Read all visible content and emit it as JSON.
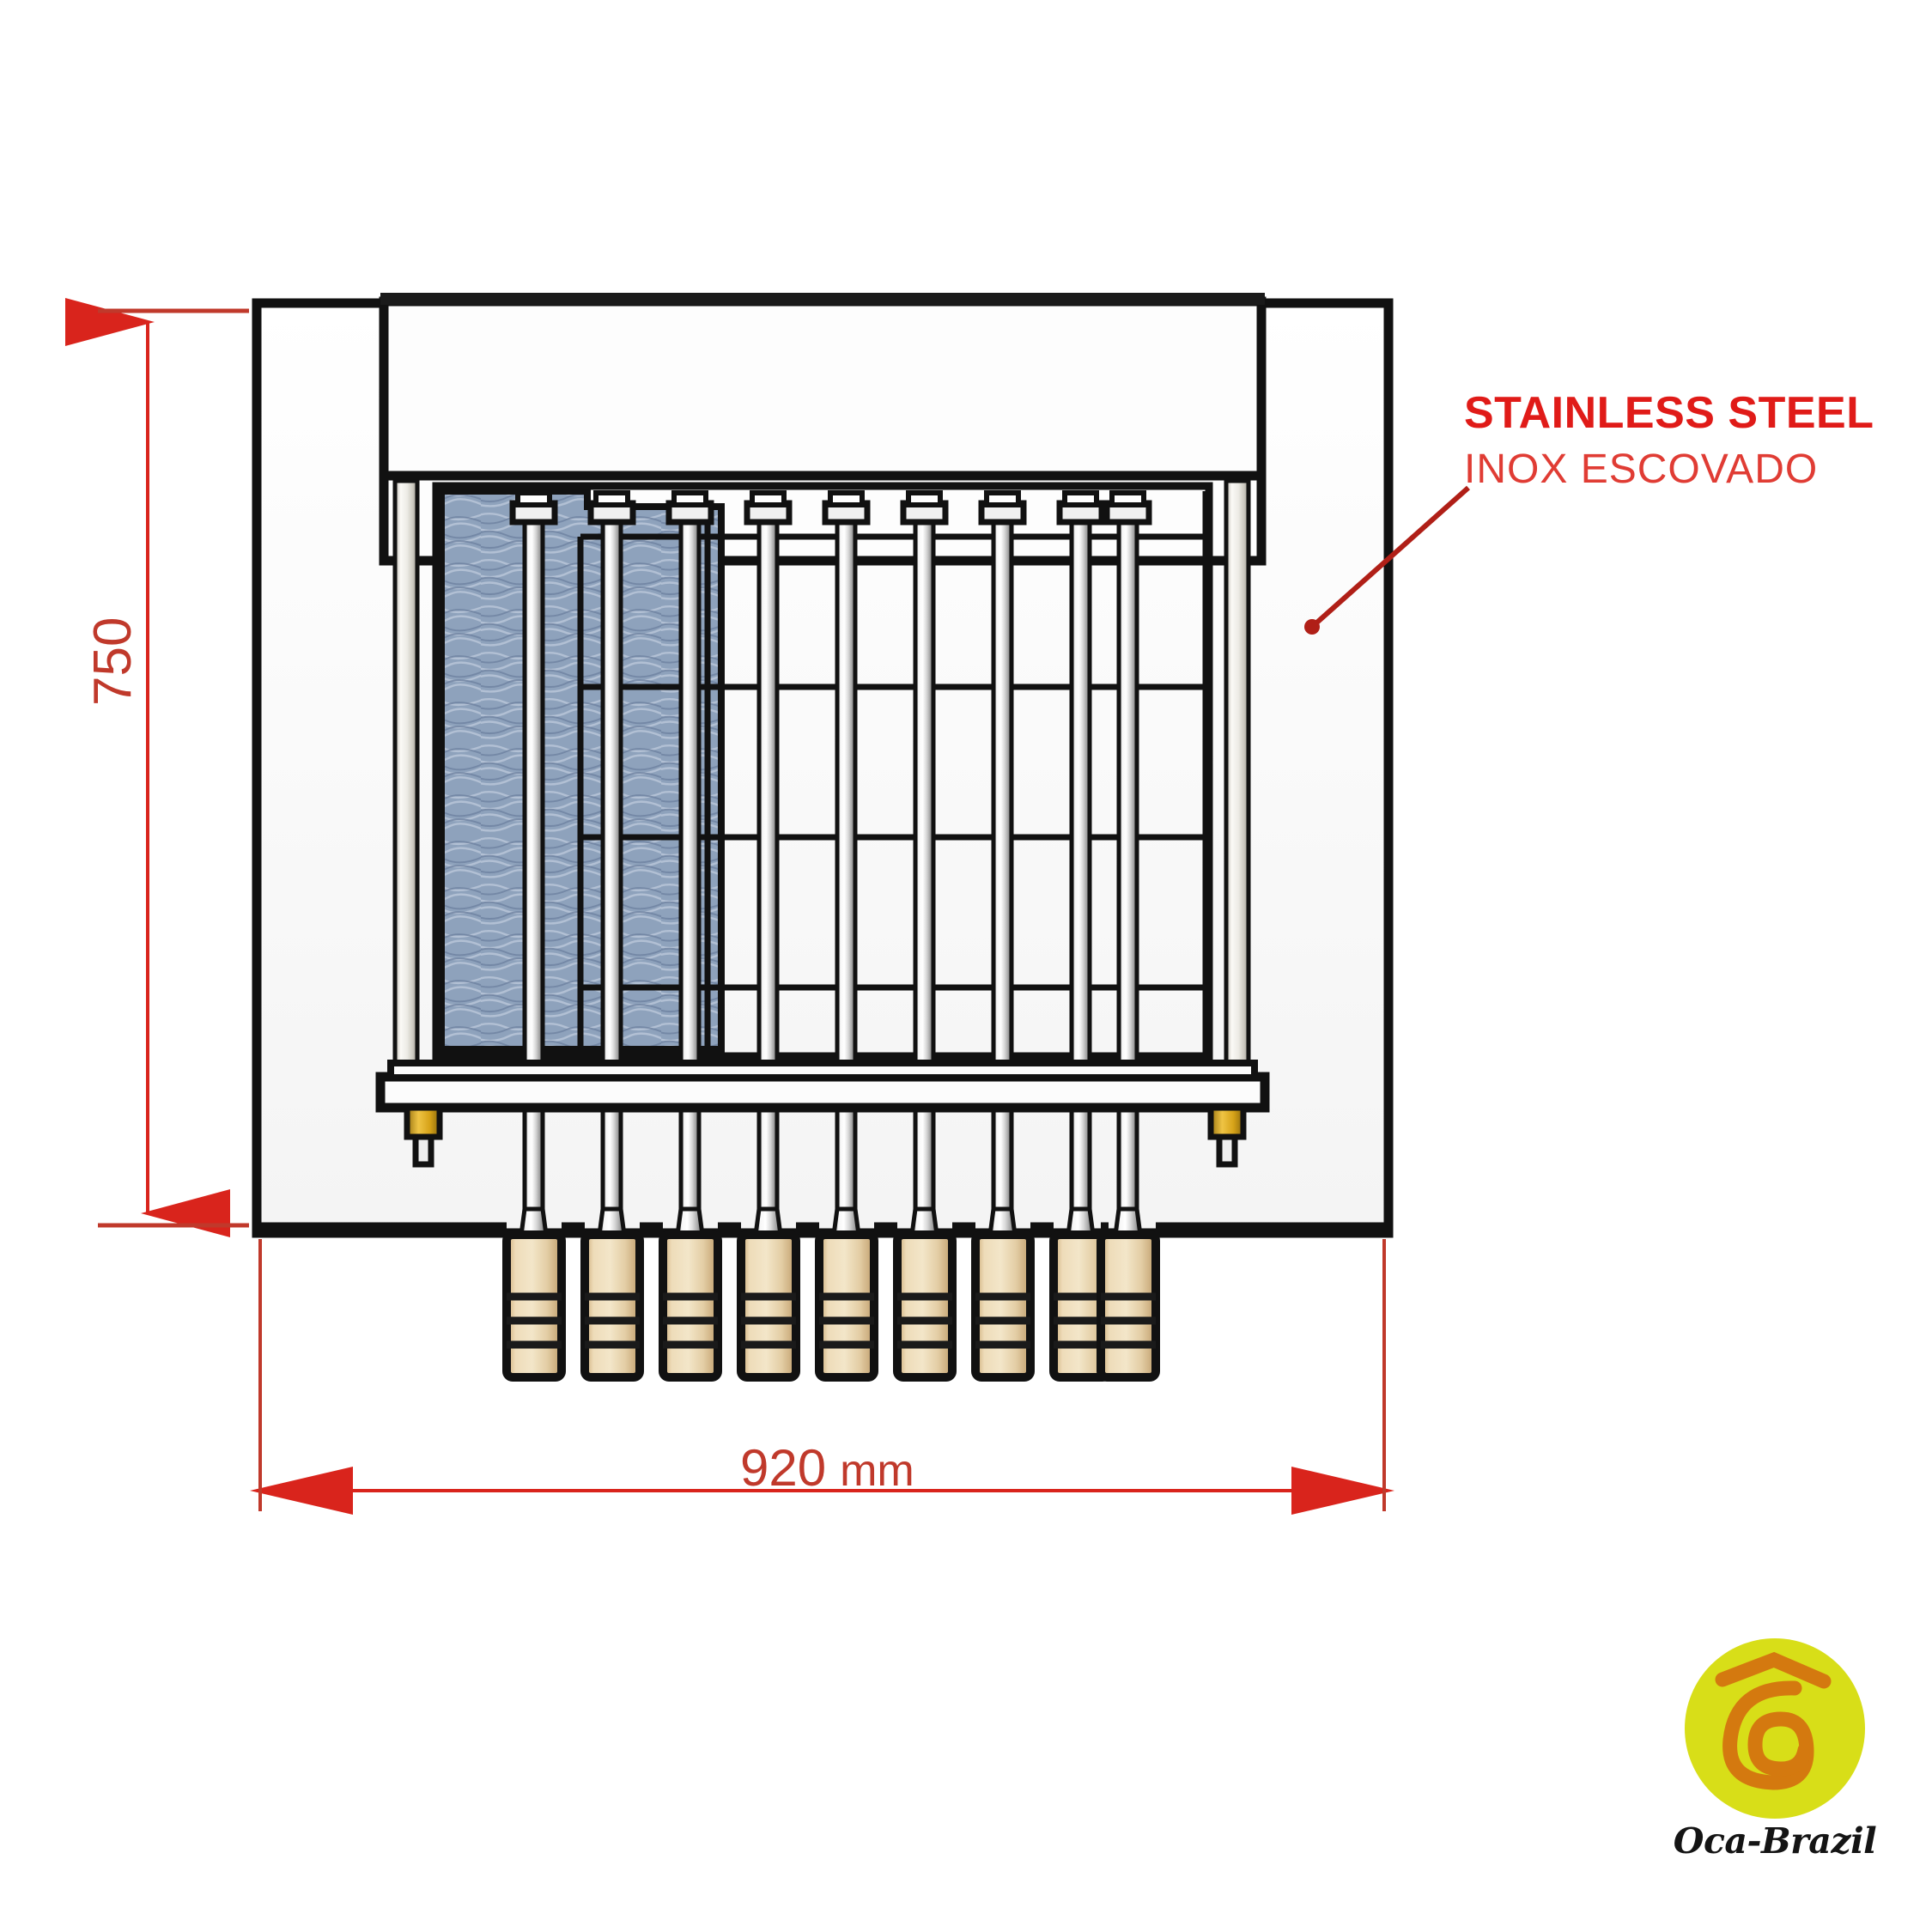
{
  "document": {
    "kind": "technical-product-drawing",
    "subject": "Stainless steel rotisserie / churrasqueira grill cabinet, front elevation"
  },
  "annotation": {
    "material_en": "STAINLESS STEEL",
    "material_pt": "INOX ESCOVADO",
    "title_color": "#e01b18",
    "subtitle_color": "#e03c34",
    "leader": "diagonal-leader-line-with-dot"
  },
  "dimensions": {
    "height": {
      "value": "750",
      "orientation": "vertical",
      "unit_shown": false
    },
    "width": {
      "value": "920",
      "unit": "mm",
      "orientation": "horizontal"
    },
    "line_color": "#c0392b"
  },
  "product": {
    "skewer_count": 9,
    "handle_material": "wood",
    "handle_color": "#e8d3ab",
    "rod_color": "#f2f2f2",
    "charcoal_panel_color": "#8fa2bb",
    "body_color": "#fbfbfb",
    "outline_color": "#111111",
    "brass_fitting_color": "#d4a017",
    "fitting_count": 2
  },
  "logo": {
    "brand": "Oca-Brazil",
    "disc_color": "#d8de18",
    "mark_color": "#d4790f",
    "word_color": "#141414"
  }
}
